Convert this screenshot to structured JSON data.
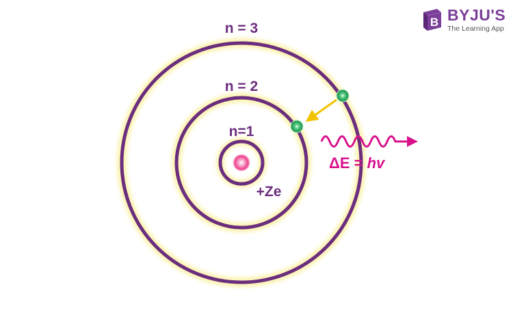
{
  "labels": {
    "n3": "n = 3",
    "n2": "n = 2",
    "n1": "n=1",
    "nucleus": "+Ze",
    "photon_energy_prefix": "ΔE = ",
    "photon_energy_var": "hv"
  },
  "brand": {
    "name": "BYJU'S",
    "tagline": "The Learning App",
    "logo_letter": "B"
  },
  "colors": {
    "orbit": "#6b2d7e",
    "glow": "#fbf3b0",
    "nucleus": "#ee3f8d",
    "electron": "#1e9b4f",
    "transition_arrow": "#f2c300",
    "photon": "#d9128c",
    "brand": "#7a3f98"
  }
}
